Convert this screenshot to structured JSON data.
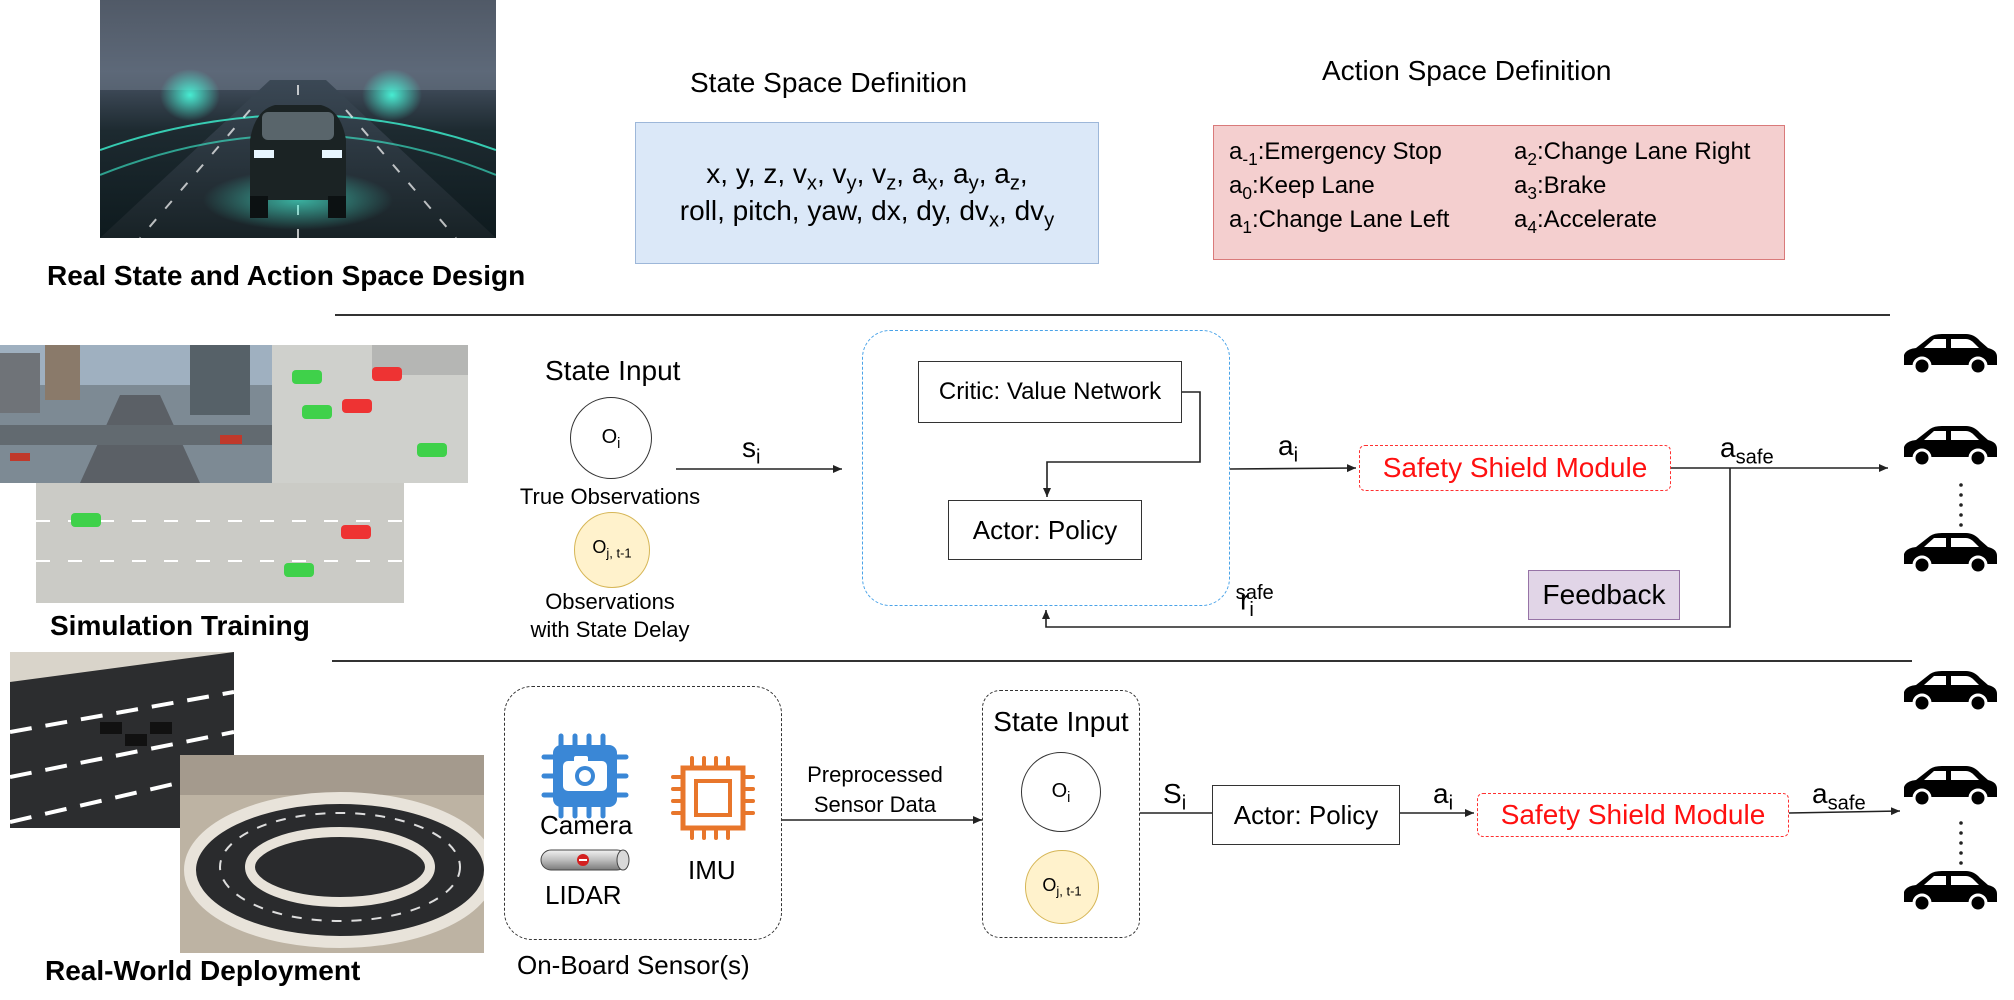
{
  "top": {
    "caption": "Real State and Action Space Design",
    "state_space": {
      "title": "State Space Definition",
      "line1": [
        {
          "base": "x, y, z, v",
          "sub": "x"
        },
        {
          "base": ", v",
          "sub": "y"
        },
        {
          "base": ", v",
          "sub": "z"
        },
        {
          "base": ", a",
          "sub": "x"
        },
        {
          "base": ", a",
          "sub": "y"
        },
        {
          "base": ", a",
          "sub": "z"
        },
        {
          "base": ",",
          "sub": ""
        }
      ],
      "line2": [
        {
          "base": "roll, pitch, yaw, dx, dy, dv",
          "sub": "x"
        },
        {
          "base": ", dv",
          "sub": "y"
        }
      ]
    },
    "action_space": {
      "title": "Action Space Definition",
      "items": [
        {
          "sym": "a",
          "sub": "-1",
          "label": ":Emergency Stop"
        },
        {
          "sym": "a",
          "sub": "0",
          "label": ":Keep Lane"
        },
        {
          "sym": "a",
          "sub": "1",
          "label": ":Change Lane Left"
        },
        {
          "sym": "a",
          "sub": "2",
          "label": ":Change Lane Right"
        },
        {
          "sym": "a",
          "sub": "3",
          "label": ":Brake"
        },
        {
          "sym": "a",
          "sub": "4",
          "label": ":Accelerate"
        }
      ]
    }
  },
  "simulation": {
    "caption": "Simulation Training",
    "state_input_title": "State Input",
    "obs_true_symbol": {
      "base": "O",
      "sub": "i"
    },
    "obs_true_label": "True Observations",
    "obs_delay_symbol": {
      "base": "O",
      "sub": "j, t-1"
    },
    "obs_delay_label_1": "Observations",
    "obs_delay_label_2": "with State Delay",
    "s_label": {
      "base": "s",
      "sub": "i"
    },
    "critic_label": "Critic: Value Network",
    "actor_label": "Actor: Policy",
    "a_label": {
      "base": "a",
      "sub": "i"
    },
    "shield_label": "Safety Shield Module",
    "a_safe_label": {
      "base": "a",
      "sub": "safe"
    },
    "reward_label": {
      "base": "r",
      "sub": "i",
      "sup": "safe"
    },
    "feedback_label": "Feedback"
  },
  "deployment": {
    "caption": "Real-World Deployment",
    "camera_label": "Camera",
    "lidar_label": "LIDAR",
    "imu_label": "IMU",
    "sensors_caption": "On-Board Sensor(s)",
    "preprocessed_1": "Preprocessed",
    "preprocessed_2": "Sensor Data",
    "state_input_title": "State Input",
    "obs_true_symbol": {
      "base": "O",
      "sub": "i"
    },
    "obs_delay_symbol": {
      "base": "O",
      "sub": "j, t-1"
    },
    "s_label": {
      "base": "S",
      "sub": "i"
    },
    "actor_label": "Actor: Policy",
    "a_label": {
      "base": "a",
      "sub": "i"
    },
    "shield_label": "Safety Shield Module",
    "a_safe_label": {
      "base": "a",
      "sub": "safe"
    }
  },
  "colors": {
    "state_fill": "#dbe8f8",
    "action_fill": "#f4cfcf",
    "shield_red": "#ff1010",
    "feedback_fill": "#e1d5e7",
    "delay_fill": "#fff2cc",
    "sensor_orange": "#e8762b",
    "sensor_blue": "#3a87d6"
  }
}
